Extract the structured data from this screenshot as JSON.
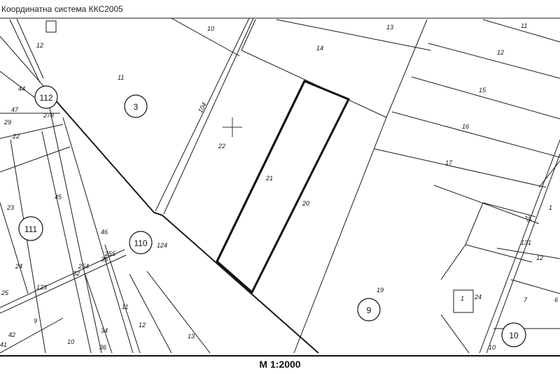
{
  "header": {
    "title": "Координатна система ККС2005"
  },
  "footer": {
    "scale": "М 1:2000"
  },
  "parcel_labels": [
    "12",
    "10",
    "13",
    "11",
    "44",
    "47",
    "29",
    "22",
    "11",
    "14",
    "12",
    "15",
    "16",
    "17",
    "104",
    "22",
    "21",
    "20",
    "278",
    "23",
    "45",
    "46",
    "124",
    "255",
    "35",
    "254",
    "32",
    "24",
    "123",
    "25",
    "9",
    "42",
    "41",
    "10",
    "11",
    "34",
    "36",
    "12",
    "13",
    "19",
    "25",
    "131",
    "12",
    "1",
    "24",
    "7",
    "10",
    "6",
    "1"
  ],
  "block_labels": [
    "3",
    "112",
    "111",
    "110",
    "9",
    "10"
  ]
}
